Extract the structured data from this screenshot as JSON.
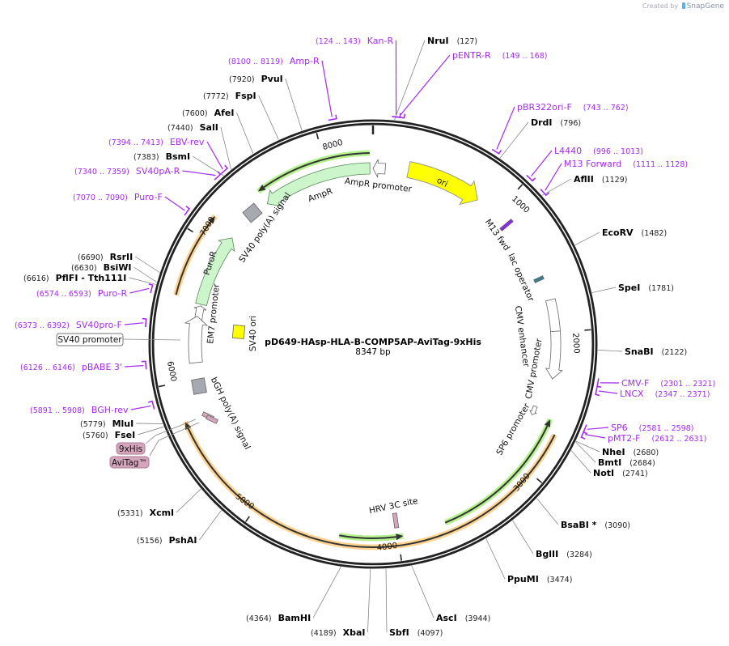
{
  "watermark": {
    "prefix": "Created by",
    "brand": "SnapGene"
  },
  "plasmid": {
    "name": "pD649-HAsp-HLA-B-COMP5AP-AviTag-9xHis",
    "size": "8347 bp",
    "length": 8347
  },
  "ticks": [
    "1000",
    "2000",
    "3000",
    "4000",
    "5000",
    "6000",
    "7000",
    "8000"
  ],
  "sites": [
    {
      "name": "NruI",
      "pos": 127
    },
    {
      "name": "DrdI",
      "pos": 796
    },
    {
      "name": "AflII",
      "pos": 1129
    },
    {
      "name": "EcoRV",
      "pos": 1482
    },
    {
      "name": "SpeI",
      "pos": 1781
    },
    {
      "name": "SnaBI",
      "pos": 2122
    },
    {
      "name": "NheI",
      "pos": 2680
    },
    {
      "name": "BmtI",
      "pos": 2684
    },
    {
      "name": "NotI",
      "pos": 2741
    },
    {
      "name": "BsaBI *",
      "pos": 3090
    },
    {
      "name": "BglII",
      "pos": 3284
    },
    {
      "name": "PpuMI",
      "pos": 3474
    },
    {
      "name": "AscI",
      "pos": 3944
    },
    {
      "name": "SbfI",
      "pos": 4097
    },
    {
      "name": "XbaI",
      "pos": 4189
    },
    {
      "name": "BamHI",
      "pos": 4364
    },
    {
      "name": "PshAI",
      "pos": 5156
    },
    {
      "name": "XcmI",
      "pos": 5331
    },
    {
      "name": "FseI",
      "pos": 5760
    },
    {
      "name": "MluI",
      "pos": 5779
    },
    {
      "name": "PflFI - Tth111I",
      "pos": 6616
    },
    {
      "name": "BsiWI",
      "pos": 6630
    },
    {
      "name": "RsrII",
      "pos": 6690
    },
    {
      "name": "BsmI",
      "pos": 7383
    },
    {
      "name": "SalI",
      "pos": 7440
    },
    {
      "name": "AfeI",
      "pos": 7600
    },
    {
      "name": "FspI",
      "pos": 7772
    },
    {
      "name": "PvuI",
      "pos": 7920
    }
  ],
  "primers": [
    {
      "name": "Kan-R",
      "range": "(124 .. 143)",
      "start": 124,
      "end": 143
    },
    {
      "name": "pENTR-R",
      "range": "(149 .. 168)",
      "start": 149,
      "end": 168
    },
    {
      "name": "pBR322ori-F",
      "range": "(743 .. 762)",
      "start": 743,
      "end": 762
    },
    {
      "name": "L4440",
      "range": "(996 .. 1013)",
      "start": 996,
      "end": 1013
    },
    {
      "name": "M13 Forward",
      "range": "(1111 .. 1128)",
      "start": 1111,
      "end": 1128
    },
    {
      "name": "CMV-F",
      "range": "(2301 .. 2321)",
      "start": 2301,
      "end": 2321
    },
    {
      "name": "LNCX",
      "range": "(2347 .. 2371)",
      "start": 2347,
      "end": 2371
    },
    {
      "name": "SP6",
      "range": "(2581 .. 2598)",
      "start": 2581,
      "end": 2598
    },
    {
      "name": "pMT2-F",
      "range": "(2612 .. 2631)",
      "start": 2612,
      "end": 2631
    },
    {
      "name": "BGH-rev",
      "range": "(5891 .. 5908)",
      "start": 5891,
      "end": 5908
    },
    {
      "name": "pBABE 3'",
      "range": "(6126 .. 6146)",
      "start": 6126,
      "end": 6146
    },
    {
      "name": "SV40pro-F",
      "range": "(6373 .. 6392)",
      "start": 6373,
      "end": 6392
    },
    {
      "name": "Puro-R",
      "range": "(6574 .. 6593)",
      "start": 6574,
      "end": 6593
    },
    {
      "name": "Puro-F",
      "range": "(7070 .. 7090)",
      "start": 7070,
      "end": 7090
    },
    {
      "name": "SV40pA-R",
      "range": "(7340 .. 7359)",
      "start": 7340,
      "end": 7359
    },
    {
      "name": "EBV-rev",
      "range": "(7394 .. 7413)",
      "start": 7394,
      "end": 7413
    },
    {
      "name": "Amp-R",
      "range": "(8100 .. 8119)",
      "start": 8100,
      "end": 8119
    }
  ],
  "features": {
    "ori": "ori",
    "ampr_promoter": "AmpR promoter",
    "ampr": "AmpR",
    "sv40_polya": "SV40 poly(A) signal",
    "puror": "PuroR",
    "em7_promoter": "EM7 promoter",
    "sv40_ori": "SV40 ori",
    "sv40_promoter": "SV40 promoter",
    "bgh_polya": "bGH poly(A) signal",
    "his_tag": "9xHis",
    "avitag": "AviTag™",
    "m13_fwd": "M13 fwd",
    "lac_operator": "lac operator",
    "cmv_enhancer": "CMV enhancer",
    "cmv_promoter": "CMV promoter",
    "sp6_promoter": "SP6 promoter",
    "hrv_3c": "HRV 3C site"
  },
  "colors": {
    "primer": "#a52af2",
    "ori": "#ffff00",
    "resistance": "#ccf5cc",
    "orf_halo_green": "#a8f07a",
    "orf_halo_orange": "#ffcc80",
    "polya": "#a6a9b0",
    "tag": "#d4a5bc",
    "lac": "#3c7d8c"
  }
}
